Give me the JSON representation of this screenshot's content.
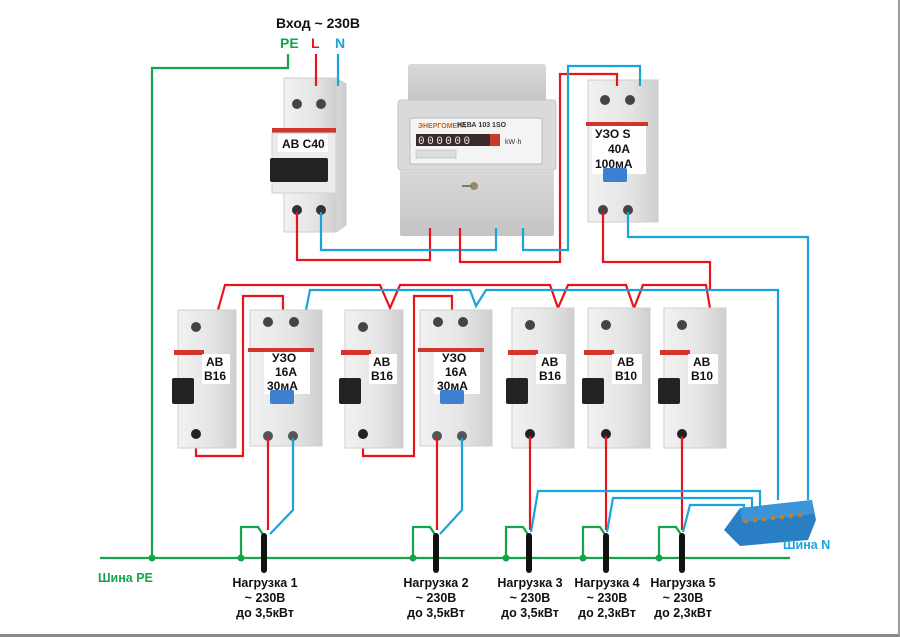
{
  "title": "Вход ~ 230В",
  "inputs": {
    "pe": "PE",
    "l": "L",
    "n": "N"
  },
  "colors": {
    "phase": "#e8141c",
    "neutral": "#1ba3dc",
    "pe": "#12a54a",
    "load": "#111111"
  },
  "main_breaker": {
    "label": "АВ С40"
  },
  "meter": {
    "model": "НЕВА 103 1SO",
    "digits": "000000",
    "unit": "kW·h"
  },
  "rcd_main": {
    "line1": "УЗО S",
    "line2": "40А",
    "line3": "100мА"
  },
  "devices": [
    {
      "type": "breaker",
      "line1": "АВ",
      "line2": "В16"
    },
    {
      "type": "rcd",
      "line1": "УЗО",
      "line2": "16А",
      "line3": "30мА"
    },
    {
      "type": "breaker",
      "line1": "АВ",
      "line2": "В16"
    },
    {
      "type": "rcd",
      "line1": "УЗО",
      "line2": "16А",
      "line3": "30мА"
    },
    {
      "type": "breaker",
      "line1": "АВ",
      "line2": "В16"
    },
    {
      "type": "breaker",
      "line1": "АВ",
      "line2": "В10"
    },
    {
      "type": "breaker",
      "line1": "АВ",
      "line2": "В10"
    }
  ],
  "bus_pe_label": "Шина PE",
  "bus_n_label": "Шина N",
  "loads": [
    {
      "name": "Нагрузка 1",
      "voltage": "~ 230В",
      "power": "до 3,5кВт"
    },
    {
      "name": "Нагрузка 2",
      "voltage": "~ 230В",
      "power": "до 3,5кВт"
    },
    {
      "name": "Нагрузка 3",
      "voltage": "~ 230В",
      "power": "до 3,5кВт"
    },
    {
      "name": "Нагрузка 4",
      "voltage": "~ 230В",
      "power": "до 2,3кВт"
    },
    {
      "name": "Нагрузка 5",
      "voltage": "~ 230В",
      "power": "до 2,3кВт"
    }
  ]
}
